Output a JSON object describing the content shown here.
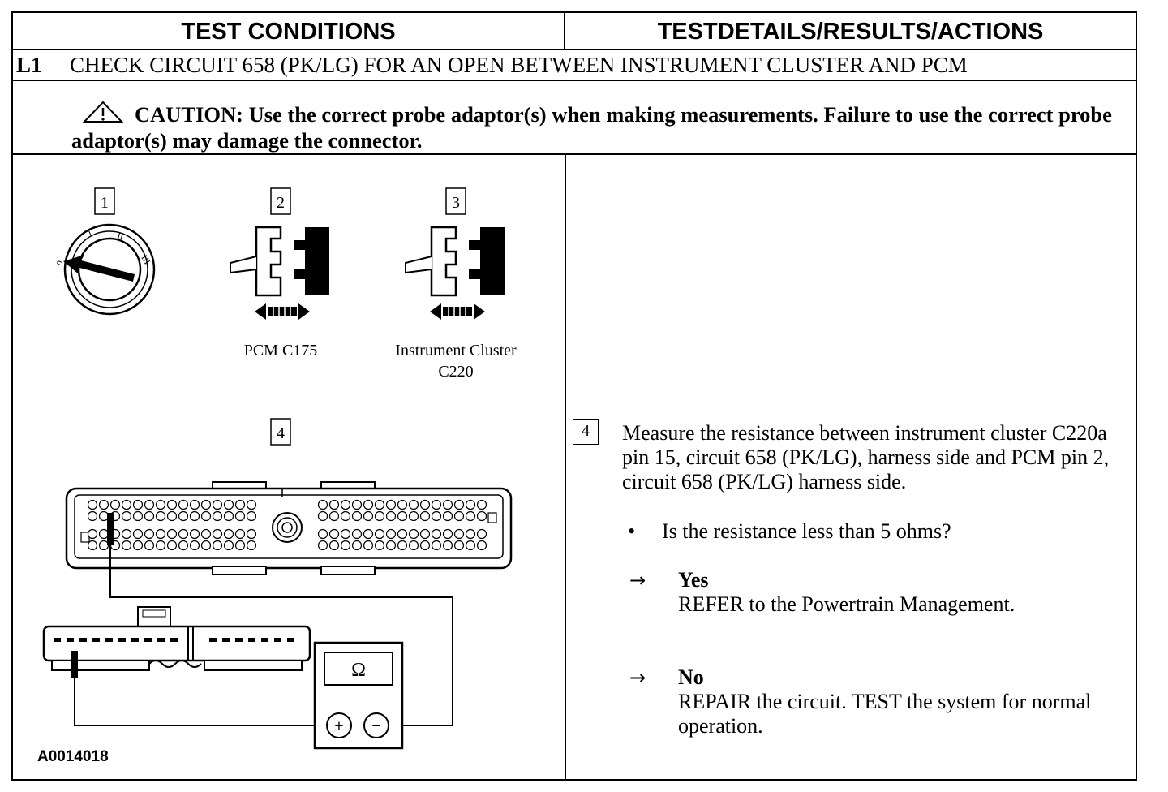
{
  "header": {
    "left": "TEST CONDITIONS",
    "right": "TESTDETAILS/RESULTS/ACTIONS"
  },
  "step": {
    "id": "L1",
    "title": "CHECK CIRCUIT 658 (PK/LG) FOR AN OPEN BETWEEN INSTRUMENT CLUSTER AND PCM"
  },
  "caution": {
    "text": "CAUTION: Use the correct probe adaptor(s) when making measurements. Failure to use the correct probe adaptor(s) may damage the connector."
  },
  "figure": {
    "labels": [
      "1",
      "2",
      "3",
      "4"
    ],
    "connector_pcm": "PCM C175",
    "connector_cluster_line1": "Instrument Cluster",
    "connector_cluster_line2": "C220",
    "meter_symbol": "Ω",
    "plus": "+",
    "minus": "−",
    "ignition_marks": [
      "0",
      "I",
      "II",
      "III"
    ],
    "figure_id": "A0014018"
  },
  "details": {
    "step_number": "4",
    "instruction": "Measure the resistance between instrument cluster C220a pin 15, circuit 658 (PK/LG), harness side and PCM pin 2, circuit 658 (PK/LG) harness side.",
    "bullet": "•",
    "question": "Is the resistance less than 5 ohms?",
    "arrow": "→",
    "yes_label": "Yes",
    "yes_action": "REFER to the Powertrain Management.",
    "no_label": "No",
    "no_action": "REPAIR the circuit. TEST the system for normal operation."
  }
}
